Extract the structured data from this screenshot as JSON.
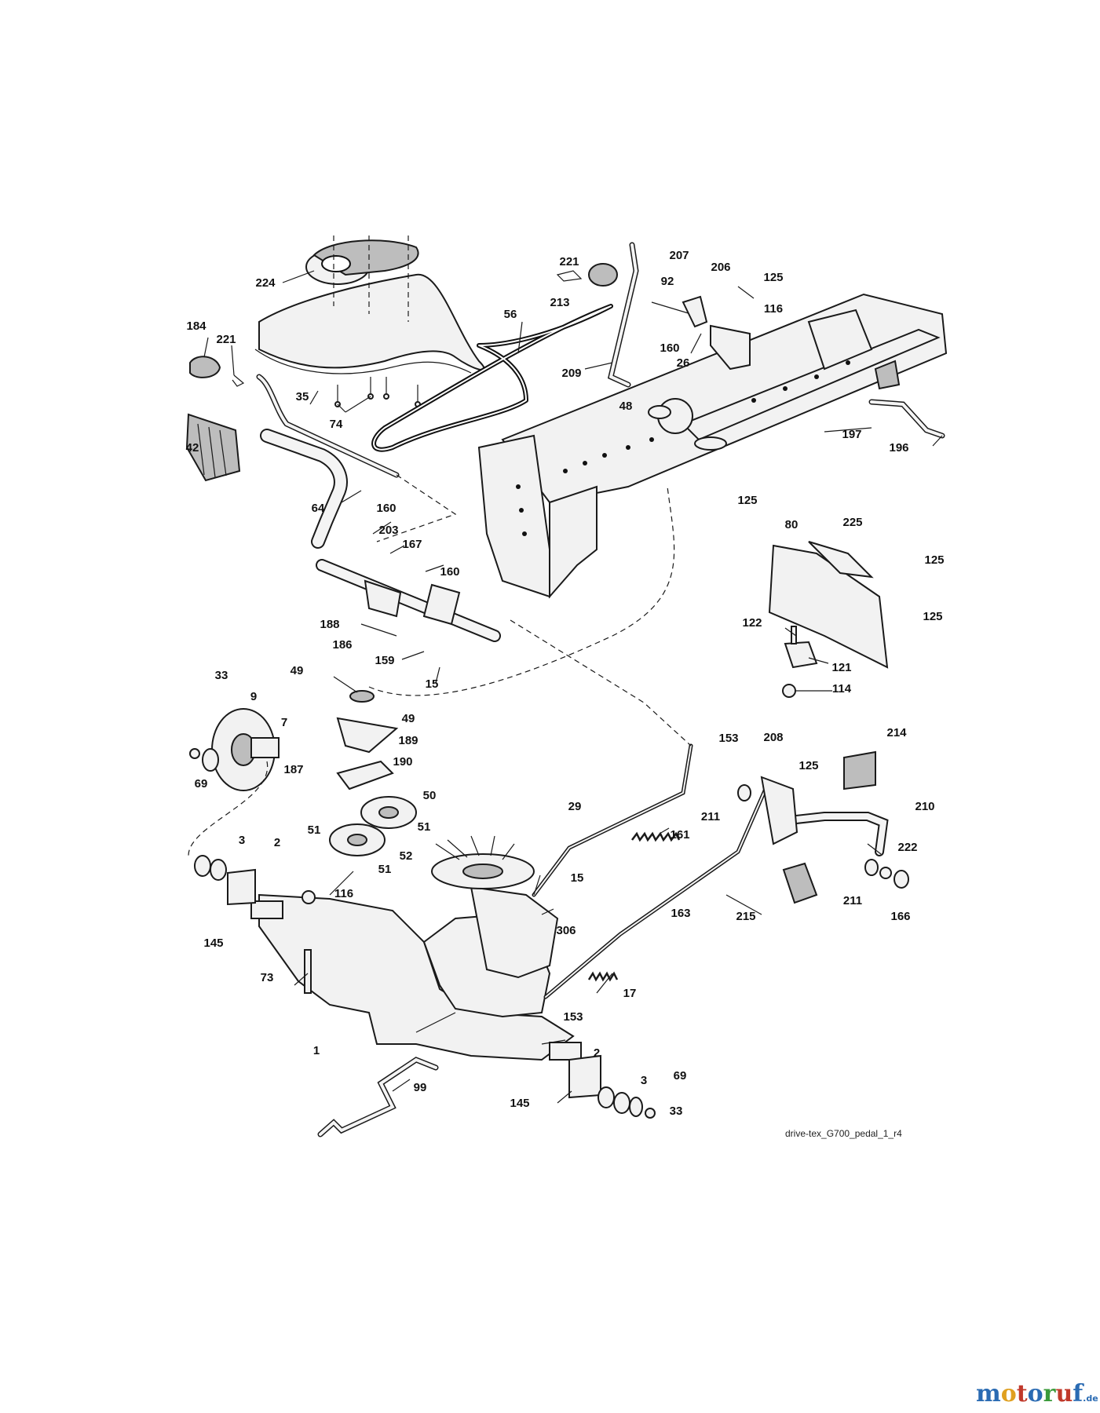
{
  "caption": "drive-tex_G700_pedal_1_r4",
  "watermark": {
    "text": "motoruf",
    "suffix": ".de",
    "colors": [
      "#2a6bb3",
      "#e0a020",
      "#c0392b",
      "#2a6bb3",
      "#3a9a3a",
      "#c0392b",
      "#2a6bb3"
    ]
  },
  "labels": [
    {
      "text": "224"
    },
    {
      "text": "184"
    },
    {
      "text": "221"
    },
    {
      "text": "42"
    },
    {
      "text": "35"
    },
    {
      "text": "74"
    },
    {
      "text": "56"
    },
    {
      "text": "221"
    },
    {
      "text": "213"
    },
    {
      "text": "207"
    },
    {
      "text": "206"
    },
    {
      "text": "125"
    },
    {
      "text": "92"
    },
    {
      "text": "116"
    },
    {
      "text": "160"
    },
    {
      "text": "26"
    },
    {
      "text": "209"
    },
    {
      "text": "48"
    },
    {
      "text": "197"
    },
    {
      "text": "196"
    },
    {
      "text": "64"
    },
    {
      "text": "160"
    },
    {
      "text": "203"
    },
    {
      "text": "167"
    },
    {
      "text": "160"
    },
    {
      "text": "125"
    },
    {
      "text": "80"
    },
    {
      "text": "225"
    },
    {
      "text": "125"
    },
    {
      "text": "125"
    },
    {
      "text": "122"
    },
    {
      "text": "121"
    },
    {
      "text": "114"
    },
    {
      "text": "188"
    },
    {
      "text": "159"
    },
    {
      "text": "15"
    },
    {
      "text": "33"
    },
    {
      "text": "9"
    },
    {
      "text": "7"
    },
    {
      "text": "69"
    },
    {
      "text": "49"
    },
    {
      "text": "186"
    },
    {
      "text": "49"
    },
    {
      "text": "189"
    },
    {
      "text": "187"
    },
    {
      "text": "190"
    },
    {
      "text": "50"
    },
    {
      "text": "51"
    },
    {
      "text": "51"
    },
    {
      "text": "52"
    },
    {
      "text": "51"
    },
    {
      "text": "153"
    },
    {
      "text": "208"
    },
    {
      "text": "214"
    },
    {
      "text": "125"
    },
    {
      "text": "211"
    },
    {
      "text": "210"
    },
    {
      "text": "29"
    },
    {
      "text": "161"
    },
    {
      "text": "3"
    },
    {
      "text": "2"
    },
    {
      "text": "116"
    },
    {
      "text": "145"
    },
    {
      "text": "15"
    },
    {
      "text": "306"
    },
    {
      "text": "222"
    },
    {
      "text": "215"
    },
    {
      "text": "211"
    },
    {
      "text": "166"
    },
    {
      "text": "163"
    },
    {
      "text": "73"
    },
    {
      "text": "17"
    },
    {
      "text": "153"
    },
    {
      "text": "1"
    },
    {
      "text": "2"
    },
    {
      "text": "99"
    },
    {
      "text": "3"
    },
    {
      "text": "69"
    },
    {
      "text": "145"
    },
    {
      "text": "33"
    }
  ]
}
